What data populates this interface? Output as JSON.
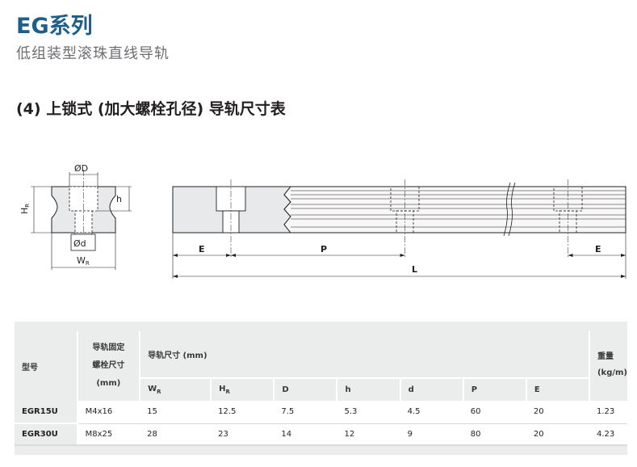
{
  "header": {
    "series_title": "EG系列",
    "subtitle": "低组装型滚珠直线导轨",
    "section_title": "(4) 上锁式 (加大螺栓孔径) 导轨尺寸表"
  },
  "drawing": {
    "label_D": "ØD",
    "label_d": "Ød",
    "label_h": "h",
    "label_HR": "H",
    "label_HR_sub": "R",
    "label_WR": "W",
    "label_WR_sub": "R",
    "label_E_left": "E",
    "label_P": "P",
    "label_E_right": "E",
    "label_L": "L"
  },
  "table": {
    "col_model": "型号",
    "col_bolt_l1": "导轨固定",
    "col_bolt_l2": "螺栓尺寸",
    "col_bolt_l3": "(mm)",
    "col_dims": "导轨尺寸 (mm)",
    "col_weight_l1": "重量",
    "col_weight_l2": "(kg/m)",
    "sub_WR": "W",
    "sub_WR_sub": "R",
    "sub_HR": "H",
    "sub_HR_sub": "R",
    "sub_D": "D",
    "sub_h": "h",
    "sub_d": "d",
    "sub_P": "P",
    "sub_E": "E",
    "rows": [
      {
        "model": "EGR15U",
        "bolt": "M4x16",
        "WR": "15",
        "HR": "12.5",
        "D": "7.5",
        "h": "5.3",
        "d": "4.5",
        "P": "60",
        "E": "20",
        "weight": "1.23"
      },
      {
        "model": "EGR30U",
        "bolt": "M8x25",
        "WR": "28",
        "HR": "23",
        "D": "14",
        "h": "12",
        "d": "9",
        "P": "80",
        "E": "20",
        "weight": "4.23"
      }
    ]
  }
}
